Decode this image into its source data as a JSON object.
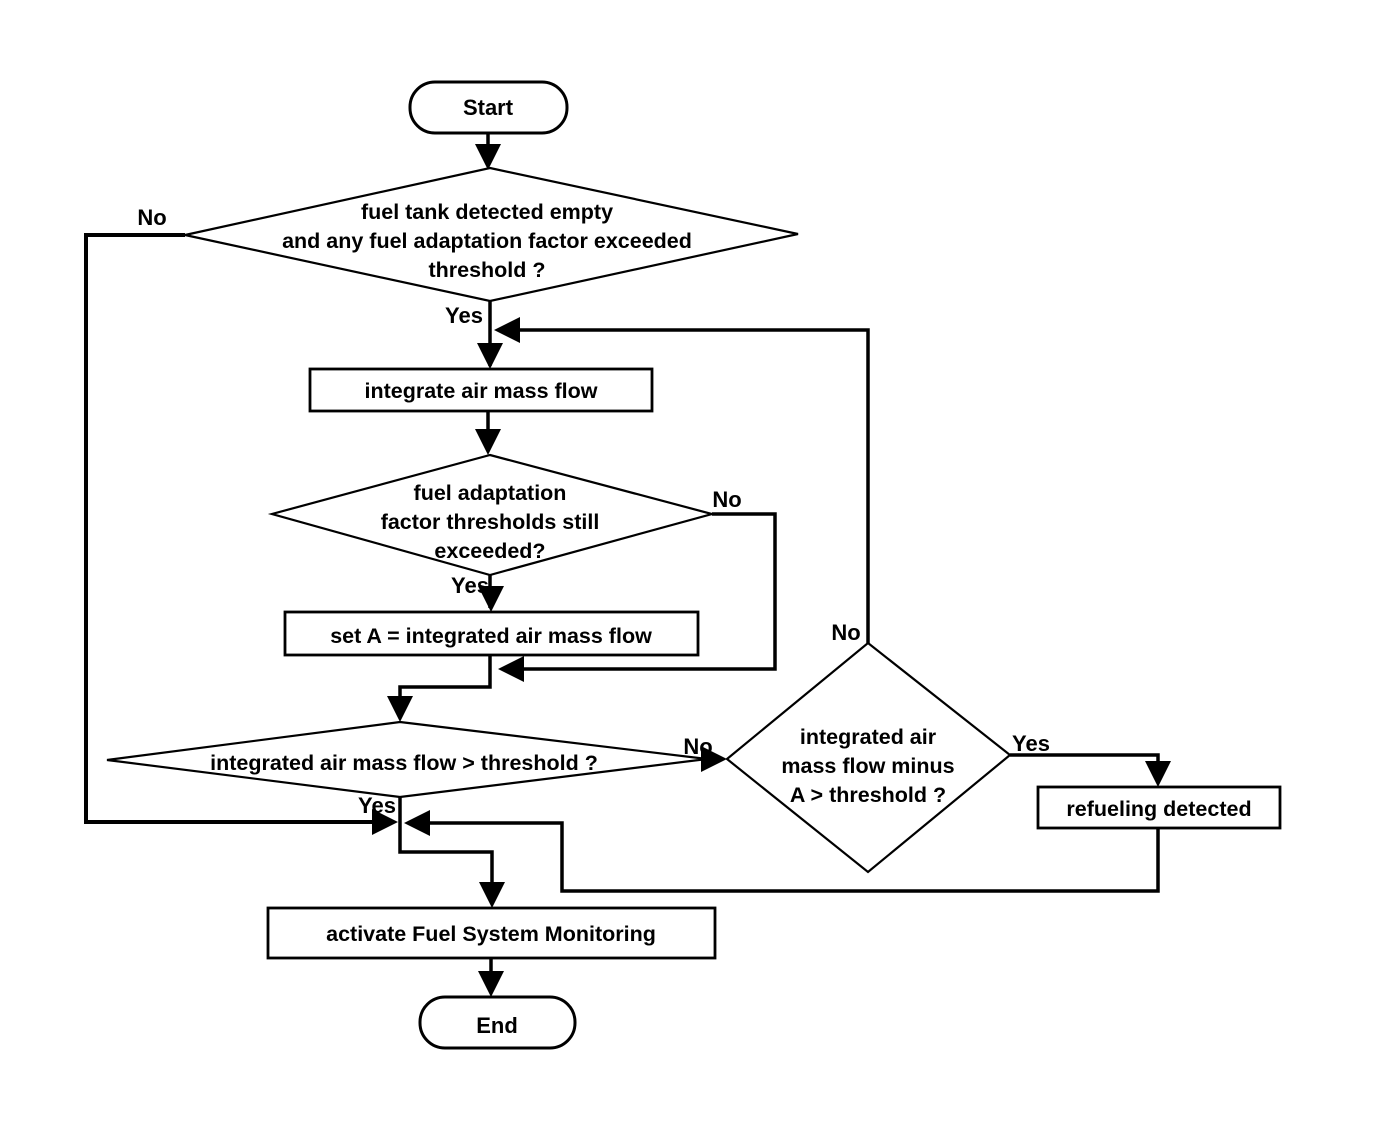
{
  "diagram": {
    "type": "flowchart",
    "background_color": "#ffffff",
    "stroke_color": "#000000",
    "text_color": "#000000",
    "nodes": {
      "start": {
        "type": "terminator",
        "label": "Start"
      },
      "decision_fuel_tank": {
        "type": "decision",
        "lines": [
          "fuel tank detected empty",
          "and any fuel adaptation factor exceeded",
          "threshold ?"
        ]
      },
      "process_integrate": {
        "type": "process",
        "label": "integrate air mass flow"
      },
      "decision_thresholds": {
        "type": "decision",
        "lines": [
          "fuel adaptation",
          "factor thresholds still",
          "exceeded?"
        ]
      },
      "process_set_a": {
        "type": "process",
        "label": "set A = integrated air mass flow"
      },
      "decision_air_mass": {
        "type": "decision",
        "label": "integrated air mass flow > threshold ?"
      },
      "decision_minus_a": {
        "type": "decision",
        "lines": [
          "integrated air",
          "mass flow minus",
          "A > threshold ?"
        ]
      },
      "process_refueling": {
        "type": "process",
        "label": "refueling detected"
      },
      "process_activate": {
        "type": "process",
        "label": "activate Fuel System Monitoring"
      },
      "end": {
        "type": "terminator",
        "label": "End"
      }
    },
    "edge_labels": {
      "fuel_tank_no": "No",
      "fuel_tank_yes": "Yes",
      "thresholds_no": "No",
      "thresholds_yes": "Yes",
      "minus_a_no": "No",
      "air_mass_no": "No",
      "minus_a_yes": "Yes",
      "air_mass_yes": "Yes"
    }
  }
}
